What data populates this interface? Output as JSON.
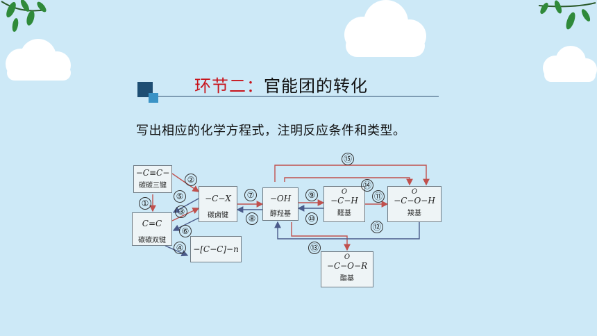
{
  "title": {
    "prefix": "环节二：",
    "main": "官能团的转化"
  },
  "instruction": "写出相应的化学方程式，注明反应条件和类型。",
  "boxes": {
    "alkyne": {
      "formula": "−C≡C−",
      "label": "碳碳三键"
    },
    "alkene": {
      "formula": "C=C",
      "label": "碳碳双键"
    },
    "polymer": {
      "formula": "−[C−C]−n"
    },
    "halide": {
      "formula": "−C−X",
      "label": "碳卤键"
    },
    "alcohol": {
      "formula": "−OH",
      "label": "醇羟基"
    },
    "aldehyde": {
      "formula": "−C−H",
      "top": "O",
      "label": "醛基"
    },
    "acid": {
      "formula": "−C−O−H",
      "top": "O",
      "label": "羧基"
    },
    "ester": {
      "formula": "−C−O−R",
      "top": "O",
      "label": "酯基"
    }
  },
  "steps": [
    "①",
    "②",
    "③",
    "④",
    "⑤",
    "⑥",
    "⑦",
    "⑧",
    "⑨",
    "⑩",
    "⑪",
    "⑫",
    "⑬",
    "⑭",
    "⑮"
  ],
  "colors": {
    "background": "#cde9f7",
    "title_red": "#c8131b",
    "arrow_red": "#c0504d",
    "arrow_blue": "#4a5a8a"
  }
}
